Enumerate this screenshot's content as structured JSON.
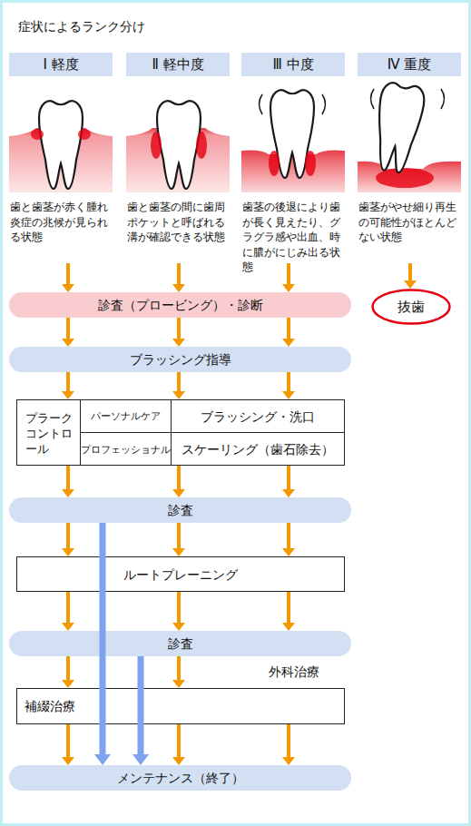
{
  "diagram": {
    "title": "症状によるランク分け",
    "nodes": [
      {
        "text": [
          "Ⅰ 軽度",
          "歯と歯茎が赤く腫れ炎症の兆候が見られる状態"
        ]
      },
      {
        "text": [
          "Ⅱ 軽中度",
          "歯と歯茎の間に歯周ポケットと呼ばれる溝が確認できる状態"
        ]
      },
      {
        "text": [
          "Ⅲ 中度",
          "歯茎の後退により歯が長く見えたり、グラグラ感や出血、時に膿がにじみ出る状態"
        ]
      },
      {
        "text": [
          "Ⅳ 重度",
          "歯茎がやせ細り再生の可能性がほとんどない状態"
        ]
      },
      {
        "text": [
          "診査（プロービング）・診断"
        ]
      },
      {
        "text": [
          "抜歯"
        ]
      },
      {
        "text": [
          "ブラッシング指導"
        ]
      },
      {
        "text": [
          "プラークコントロール"
        ]
      },
      {
        "text": [
          "パーソナルケア"
        ],
        "in": 7
      },
      {
        "text": [
          "ブラッシング・洗口"
        ],
        "in": 7
      },
      {
        "text": [
          "プロフェッショナル"
        ],
        "in": 7
      },
      {
        "text": [
          "スケーリング（歯石除去）"
        ],
        "in": 7
      },
      {
        "text": [
          "診査"
        ]
      },
      {
        "text": [
          "ルートプレーニング"
        ]
      },
      {
        "text": [
          "診査"
        ]
      },
      {
        "text": [
          "補綴治療"
        ]
      },
      {
        "text": [
          "メンテナンス（終了）"
        ]
      }
    ],
    "edges": [
      {
        "from": 0,
        "to": 4,
        "arrow": "to"
      },
      {
        "from": 1,
        "to": 4,
        "arrow": "to"
      },
      {
        "from": 2,
        "to": 4,
        "arrow": "to"
      },
      {
        "from": 3,
        "to": 5,
        "arrow": "to"
      },
      {
        "from": 4,
        "to": 6,
        "arrow": "to"
      },
      {
        "from": 4,
        "to": 6,
        "arrow": "to"
      },
      {
        "from": 4,
        "to": 6,
        "arrow": "to"
      },
      {
        "from": 6,
        "to": 7,
        "arrow": "to"
      },
      {
        "from": 6,
        "to": 7,
        "arrow": "to"
      },
      {
        "from": 6,
        "to": 7,
        "arrow": "to"
      },
      {
        "from": 7,
        "to": 12,
        "arrow": "to"
      },
      {
        "from": 7,
        "to": 12,
        "arrow": "to"
      },
      {
        "from": 7,
        "to": 12,
        "arrow": "to"
      },
      {
        "from": 12,
        "to": 13,
        "arrow": "to"
      },
      {
        "from": 12,
        "to": 13,
        "arrow": "to"
      },
      {
        "from": 12,
        "to": 13,
        "arrow": "to"
      },
      {
        "from": 13,
        "to": 14,
        "arrow": "to"
      },
      {
        "from": 13,
        "to": 14,
        "arrow": "to"
      },
      {
        "from": 13,
        "to": 14,
        "arrow": "to"
      },
      {
        "from": 14,
        "to": 15,
        "arrow": "to"
      },
      {
        "from": 14,
        "to": 15,
        "arrow": "to"
      },
      {
        "from": 15,
        "to": 16,
        "arrow": "to"
      },
      {
        "from": 15,
        "to": 16,
        "arrow": "to"
      },
      {
        "from": 15,
        "to": 16,
        "arrow": "to"
      },
      {
        "from": 12,
        "to": 16,
        "arrow": "to"
      },
      {
        "from": 14,
        "to": 16,
        "arrow": "to"
      }
    ],
    "labels": [
      "外科治療"
    ]
  }
}
